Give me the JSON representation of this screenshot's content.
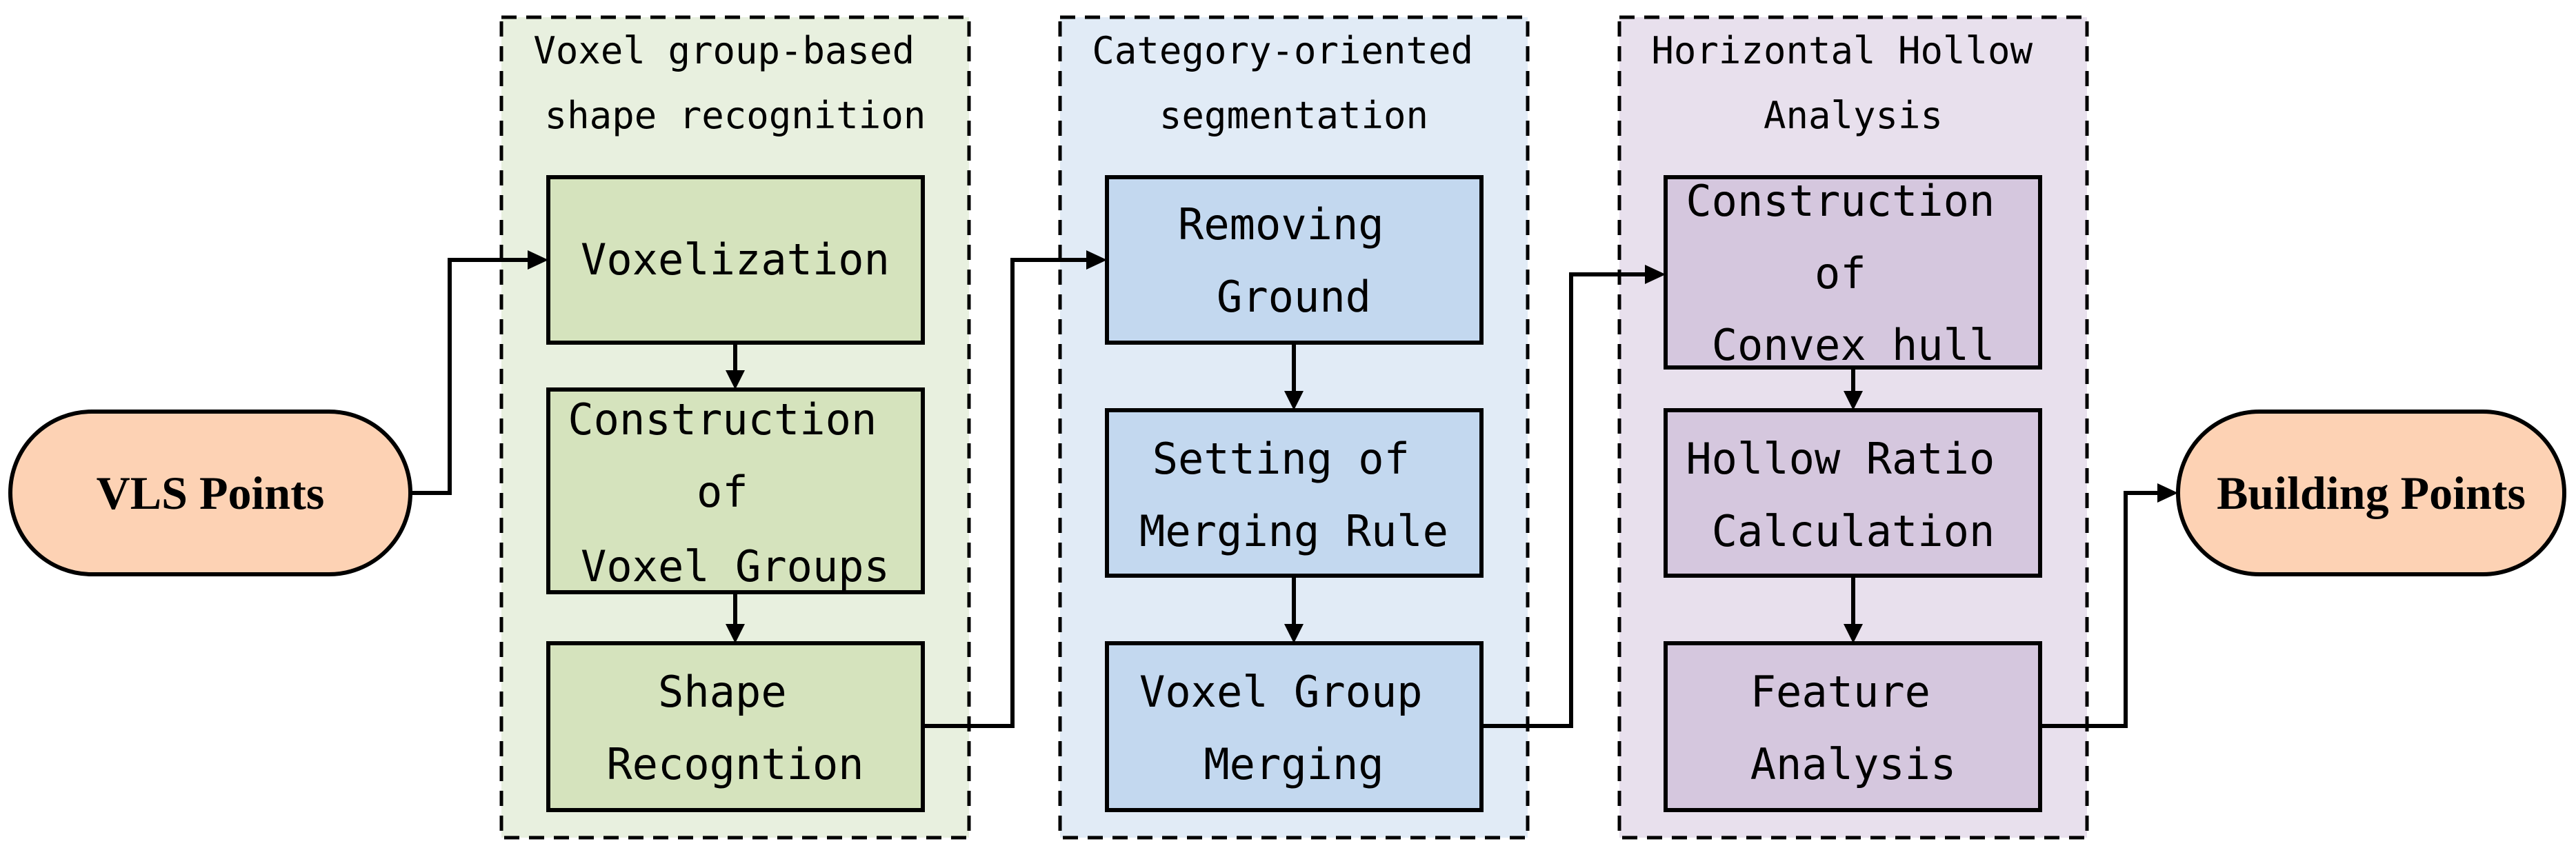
{
  "colors": {
    "terminal_fill": "#fdd2b4",
    "stage1_bg": "#e8f0df",
    "stage1_box": "#d5e3bd",
    "stage2_bg": "#e1ebf6",
    "stage2_box": "#c3d8ef",
    "stage3_bg": "#e8e0ed",
    "stage3_box": "#d5c7de",
    "stroke": "#000000"
  },
  "terminals": {
    "input": "VLS Points",
    "output": "Building Points"
  },
  "stages": [
    {
      "title": [
        "Voxel group-based",
        "shape recognition"
      ],
      "steps": [
        [
          "Voxelization"
        ],
        [
          "Construction",
          "of",
          "Voxel Groups"
        ],
        [
          "Shape",
          "Recogntion"
        ]
      ]
    },
    {
      "title": [
        "Category-oriented",
        "segmentation"
      ],
      "steps": [
        [
          "Removing",
          "Ground"
        ],
        [
          "Setting of",
          "Merging Rule"
        ],
        [
          "Voxel Group",
          "Merging"
        ]
      ]
    },
    {
      "title": [
        "Horizontal Hollow",
        "Analysis"
      ],
      "steps": [
        [
          "Construction",
          "of",
          "Convex hull"
        ],
        [
          "Hollow Ratio",
          "Calculation"
        ],
        [
          "Feature",
          "Analysis"
        ]
      ]
    }
  ]
}
